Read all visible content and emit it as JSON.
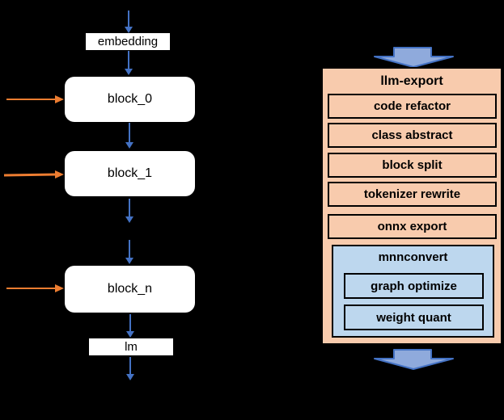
{
  "flowchart": {
    "embedding_label": "embedding",
    "blocks": [
      "block_0",
      "block_1",
      "block_n"
    ],
    "lm_label": "lm"
  },
  "pipeline": {
    "title": "llm-export",
    "steps": [
      "code refactor",
      "class abstract",
      "block split",
      "tokenizer rewrite",
      "onnx export"
    ],
    "subpanel": {
      "title": "mnnconvert",
      "steps": [
        "graph optimize",
        "weight quant"
      ]
    }
  },
  "colors": {
    "background": "#000000",
    "node_fill": "#FFFFFF",
    "connector_blue": "#4472C4",
    "input_arrow_orange": "#ED7D31",
    "panel_fill": "#F8CBAD",
    "subpanel_fill": "#BDD7EE",
    "big_arrow_fill": "#8FAADC",
    "big_arrow_border": "#4472C4",
    "border_black": "#000000"
  }
}
